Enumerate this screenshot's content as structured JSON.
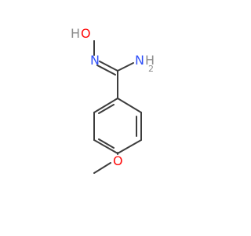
{
  "molecule": {
    "atoms": {
      "hydroxyl_h": "H",
      "hydroxyl_o": "O",
      "oxime_n": "N",
      "amine_n": "N",
      "amine_h": "H",
      "amine_h_count": "2",
      "methoxy_o": "O"
    },
    "colors": {
      "oxygen": "#ff0d0d",
      "nitrogen": "#3050f8",
      "hydrogen": "#8c8c8c",
      "bond": "#3d3d3d",
      "background": "#ffffff"
    }
  }
}
